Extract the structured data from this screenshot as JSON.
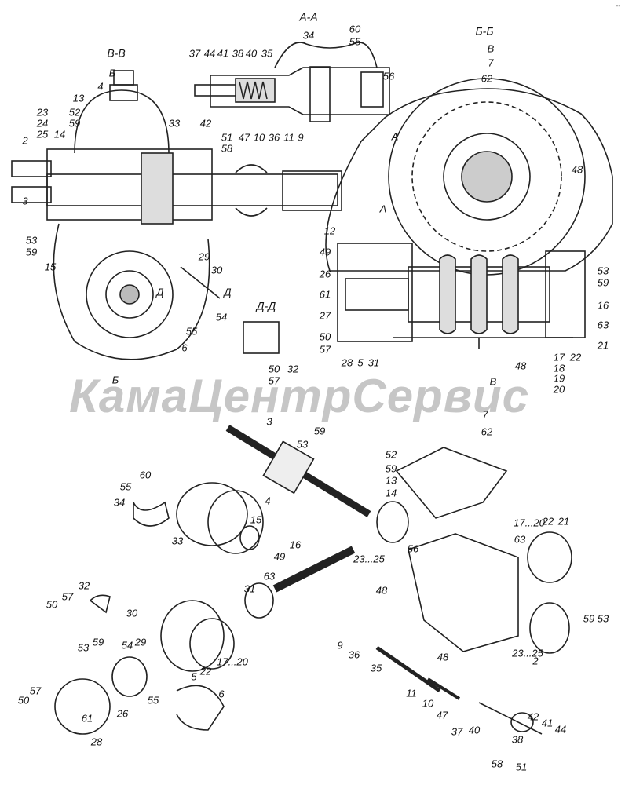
{
  "watermark": "КамаЦентрСервис",
  "corner_mark": "-‐",
  "section_titles": [
    "А-А",
    "Б-Б",
    "В-В",
    "Д-Д"
  ],
  "section_markers": [
    "Б",
    "В",
    "А",
    "А",
    "Б",
    "В",
    "Д",
    "Д"
  ],
  "callouts": [
    "60",
    "55",
    "34",
    "37",
    "44",
    "41",
    "38",
    "40",
    "35",
    "56",
    "42",
    "51",
    "47",
    "10",
    "36",
    "11",
    "9",
    "58",
    "7",
    "62",
    "4",
    "13",
    "23",
    "24",
    "25",
    "52",
    "59",
    "14",
    "2",
    "33",
    "3",
    "53",
    "59",
    "15",
    "29",
    "30",
    "54",
    "55",
    "6",
    "50",
    "57",
    "32",
    "48",
    "12",
    "49",
    "26",
    "61",
    "27",
    "50",
    "57",
    "28",
    "5",
    "31",
    "48",
    "53",
    "59",
    "16",
    "63",
    "21",
    "17",
    "22",
    "18",
    "19",
    "20",
    "3",
    "53",
    "59",
    "7",
    "62",
    "52",
    "59",
    "13",
    "14",
    "60",
    "55",
    "34",
    "4",
    "33",
    "15",
    "16",
    "49",
    "17...20",
    "22",
    "21",
    "63",
    "23...25",
    "56",
    "48",
    "31",
    "63",
    "32",
    "57",
    "50",
    "30",
    "29",
    "54",
    "59",
    "53",
    "22",
    "17...20",
    "5",
    "9",
    "36",
    "35",
    "48",
    "23...25",
    "2",
    "59",
    "53",
    "11",
    "10",
    "47",
    "37",
    "40",
    "42",
    "41",
    "44",
    "38",
    "58",
    "51",
    "55",
    "6",
    "57",
    "50",
    "26",
    "61",
    "28"
  ]
}
